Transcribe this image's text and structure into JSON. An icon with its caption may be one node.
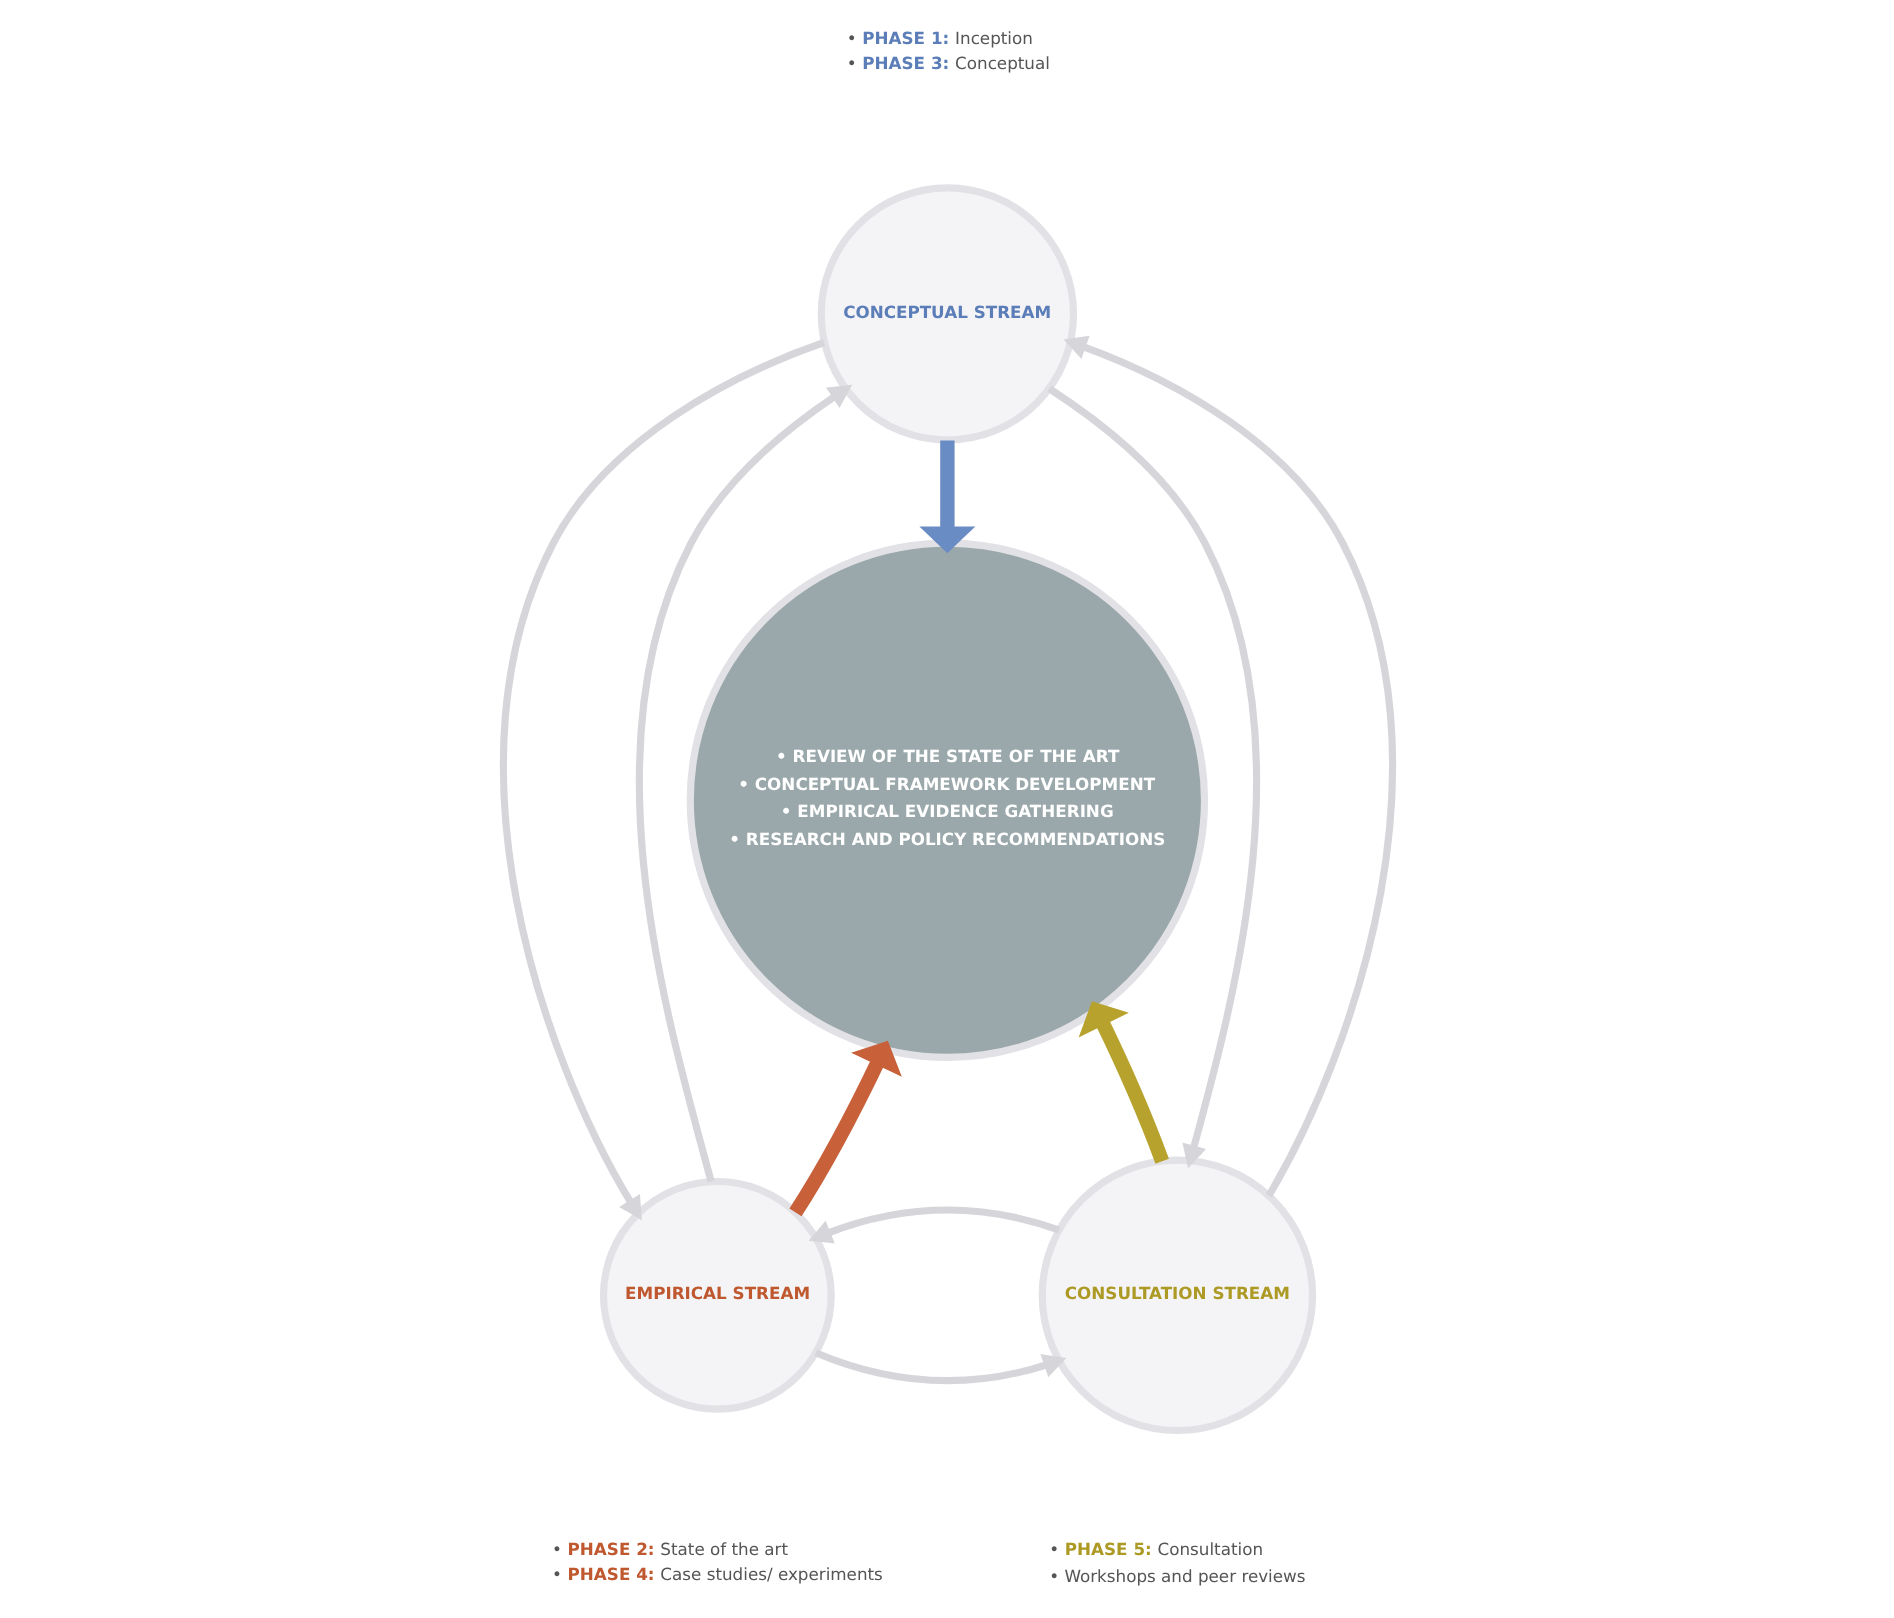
{
  "diagram": {
    "nodes": [
      {
        "text": [
          "CONCEPTUAL STREAM"
        ],
        "beside": [
          "• **PHASE 1:** Inception",
          "• **PHASE 3:** Conceptual"
        ]
      },
      {
        "text": [
          "• REVIEW OF THE STATE OF THE ART",
          "• CONCEPTUAL FRAMEWORK DEVELOPMENT",
          "• EMPIRICAL EVIDENCE GATHERING",
          "• RESEARCH AND POLICY RECOMMENDATIONS"
        ]
      },
      {
        "text": [
          "EMPIRICAL STREAM"
        ],
        "beside": [
          "• **PHASE 2:** State of the art",
          "• **PHASE 4:** Case studies/ experiments"
        ]
      },
      {
        "text": [
          "CONSULTATION STREAM"
        ],
        "beside": [
          "• **PHASE 5:** Consultation",
          "• Workshops and peer reviews"
        ]
      }
    ],
    "edges": [
      {
        "from": 0,
        "to": 1,
        "arrow": "to",
        "color": "#6a8cc4",
        "style": "thick"
      },
      {
        "from": 2,
        "to": 1,
        "arrow": "to",
        "color": "#c8603a",
        "style": "thick"
      },
      {
        "from": 3,
        "to": 1,
        "arrow": "to",
        "color": "#b8a22e",
        "style": "thick"
      },
      {
        "from": 2,
        "to": 0,
        "arrow": "to"
      },
      {
        "from": 0,
        "to": 2,
        "arrow": "to"
      },
      {
        "from": 0,
        "to": 3,
        "arrow": "to"
      },
      {
        "from": 3,
        "to": 0,
        "arrow": "to"
      },
      {
        "from": 2,
        "to": 3,
        "arrow": "to"
      },
      {
        "from": 3,
        "to": 2,
        "arrow": "to"
      }
    ]
  }
}
